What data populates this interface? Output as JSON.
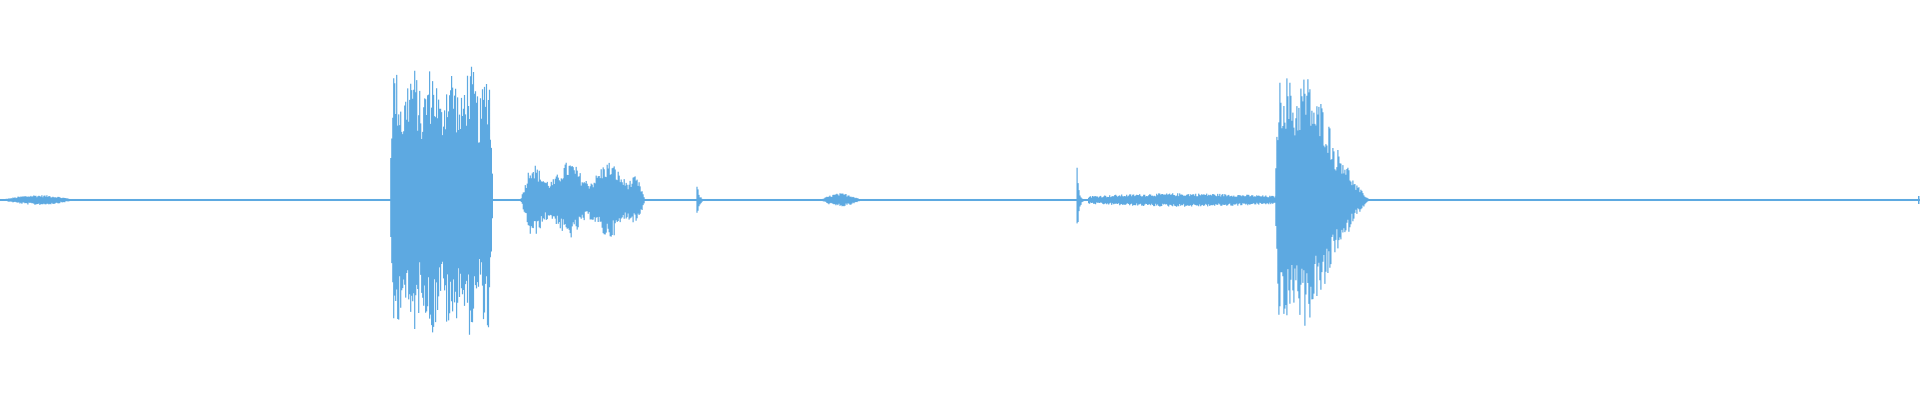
{
  "waveform": {
    "color": "#5DA9E1",
    "background": "#FFFFFF",
    "segments": [
      {
        "name": "noise-burst-start",
        "start": 0.0,
        "end": 0.04,
        "amp_up": 0.03,
        "amp_down": 0.03,
        "shape": "hump"
      },
      {
        "name": "speech-burst-1",
        "start": 0.203,
        "end": 0.257,
        "amp_up": 0.8,
        "amp_down": 0.8,
        "shape": "jagged-block"
      },
      {
        "name": "speech-burst-2",
        "start": 0.271,
        "end": 0.336,
        "amp_up": 0.23,
        "amp_down": 0.23,
        "shape": "ripple"
      },
      {
        "name": "click-1",
        "start": 0.363,
        "end": 0.37,
        "amp_up": 0.1,
        "amp_down": 0.12,
        "shape": "spike"
      },
      {
        "name": "blip-1",
        "start": 0.427,
        "end": 0.449,
        "amp_up": 0.04,
        "amp_down": 0.04,
        "shape": "hump"
      },
      {
        "name": "click-2",
        "start": 0.561,
        "end": 0.567,
        "amp_up": 0.2,
        "amp_down": 0.22,
        "shape": "spike"
      },
      {
        "name": "noise-tail",
        "start": 0.567,
        "end": 0.665,
        "amp_up": 0.04,
        "amp_down": 0.04,
        "shape": "noise"
      },
      {
        "name": "speech-burst-3",
        "start": 0.664,
        "end": 0.714,
        "amp_up": 0.75,
        "amp_down": 0.75,
        "shape": "decay-block"
      }
    ],
    "baseline_amplitude": 0.006
  }
}
